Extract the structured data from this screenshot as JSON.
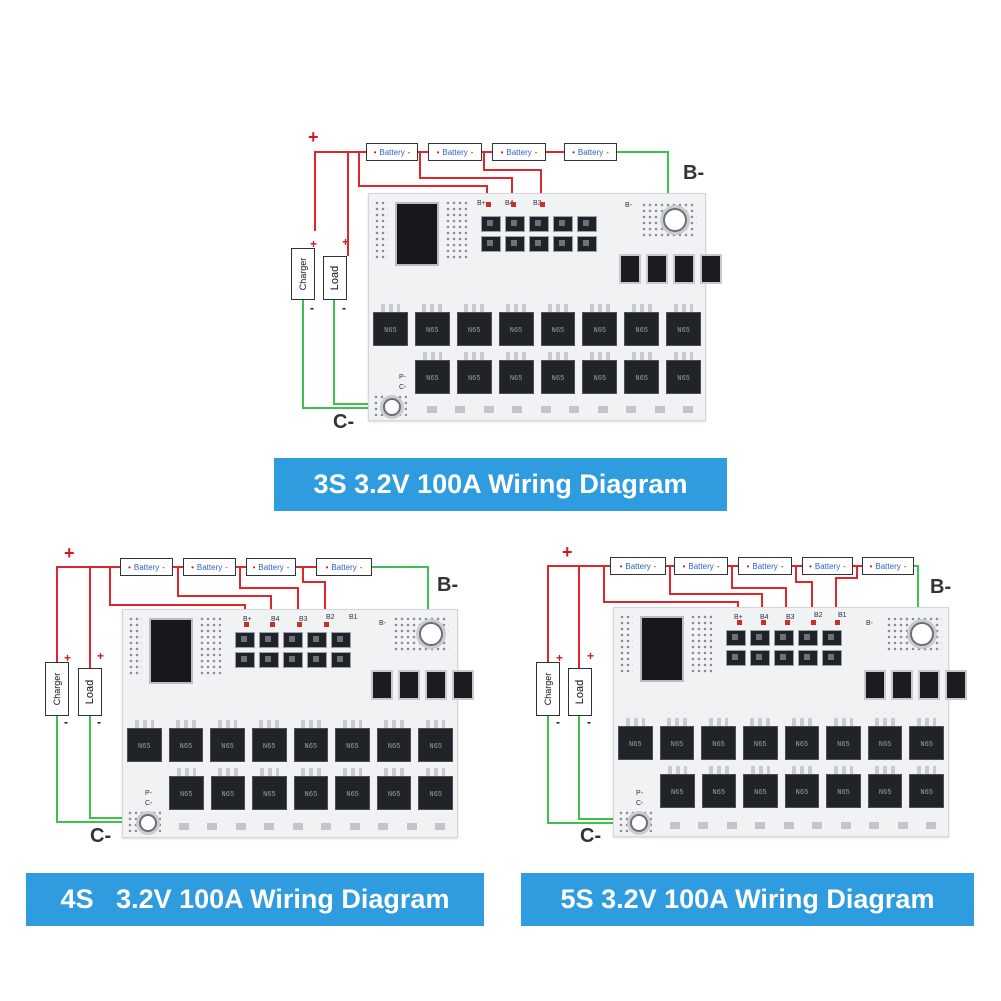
{
  "diagrams": [
    {
      "id": "3s",
      "batteries": [
        "Battery",
        "Battery",
        "Battery",
        "Battery"
      ],
      "charger_label": "Charger",
      "load_label": "Load",
      "plus_sign": "+",
      "minus_sign": "-",
      "b_minus_label": "B-",
      "c_minus_label": "C-",
      "silk_b_labels": [
        "B+",
        "B4",
        "B3"
      ],
      "silk_b_minus": "B-",
      "silk_p_minus": "P-",
      "silk_c_minus": "C-",
      "caption": "3S 3.2V 100A Wiring Diagram"
    },
    {
      "id": "4s",
      "batteries": [
        "Battery",
        "Battery",
        "Battery",
        "Battery"
      ],
      "charger_label": "Charger",
      "load_label": "Load",
      "plus_sign": "+",
      "minus_sign": "-",
      "b_minus_label": "B-",
      "c_minus_label": "C-",
      "silk_b_labels": [
        "B+",
        "B4",
        "B3",
        "B2",
        "B1"
      ],
      "silk_b_minus": "B-",
      "silk_p_minus": "P-",
      "silk_c_minus": "C-",
      "caption": "4S   3.2V 100A Wiring Diagram"
    },
    {
      "id": "5s",
      "batteries": [
        "Battery",
        "Battery",
        "Battery",
        "Battery",
        "Battery"
      ],
      "charger_label": "Charger",
      "load_label": "Load",
      "plus_sign": "+",
      "minus_sign": "-",
      "b_minus_label": "B-",
      "c_minus_label": "C-",
      "silk_b_labels": [
        "B+",
        "B4",
        "B3",
        "B2",
        "B1"
      ],
      "silk_b_minus": "B-",
      "silk_p_minus": "P-",
      "silk_c_minus": "C-",
      "caption": "5S 3.2V 100A Wiring Diagram"
    }
  ],
  "colors": {
    "positive_wire": "#e0262b",
    "negative_wire": "#3fc150",
    "caption_bg": "#2f9cdf",
    "caption_text": "#ffffff"
  }
}
